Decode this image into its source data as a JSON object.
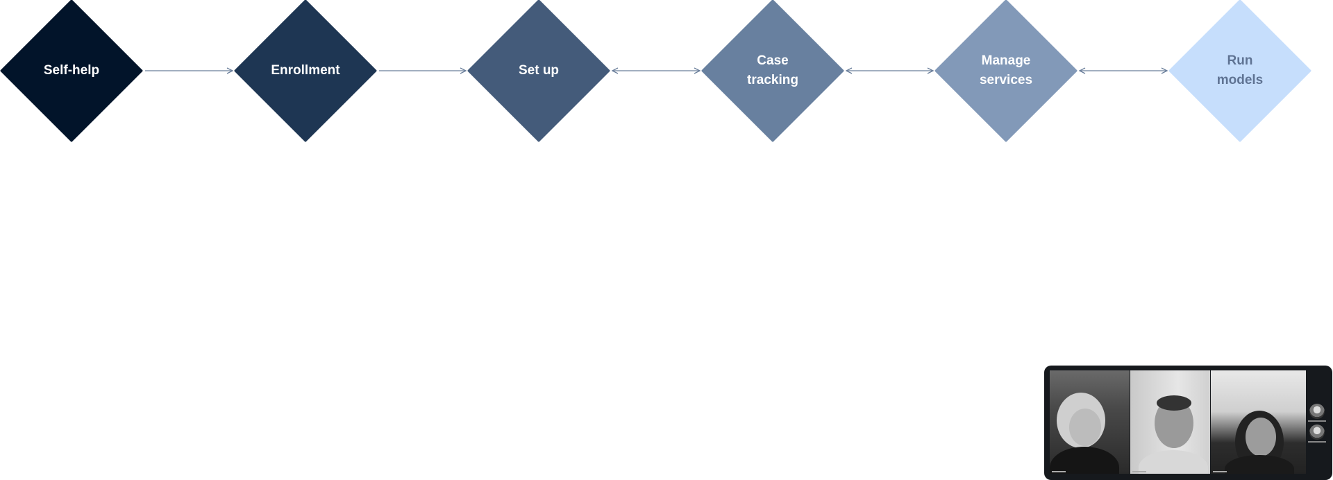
{
  "flow": {
    "steps": [
      {
        "lines": [
          "Self-help"
        ],
        "fill": "#02142a",
        "text_color": "#ffffff"
      },
      {
        "lines": [
          "Enrollment"
        ],
        "fill": "#1e3653",
        "text_color": "#ffffff"
      },
      {
        "lines": [
          "Set up"
        ],
        "fill": "#445b7a",
        "text_color": "#ffffff"
      },
      {
        "lines": [
          "Case",
          "tracking"
        ],
        "fill": "#68809f",
        "text_color": "#ffffff"
      },
      {
        "lines": [
          "Manage",
          "services"
        ],
        "fill": "#8299b8",
        "text_color": "#ffffff"
      },
      {
        "lines": [
          "Run",
          "models"
        ],
        "fill": "#c6defc",
        "text_color": "#5f7393"
      }
    ],
    "connectors": [
      {
        "direction": "forward"
      },
      {
        "direction": "forward"
      },
      {
        "direction": "both"
      },
      {
        "direction": "both"
      },
      {
        "direction": "both"
      }
    ],
    "connector_color": "#6b7f9b"
  },
  "video_call": {
    "participants_visible": 3,
    "sidebar_participants": 2
  }
}
